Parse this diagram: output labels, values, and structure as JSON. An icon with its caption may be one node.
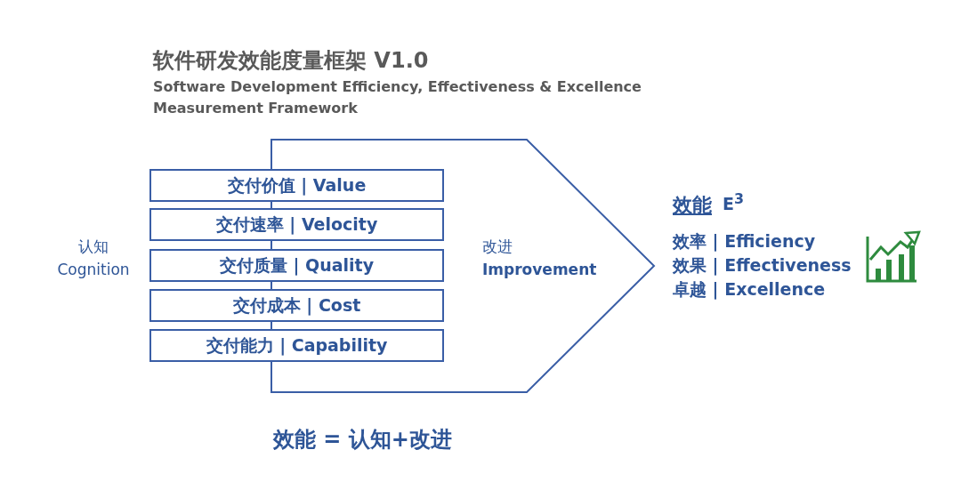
{
  "diagram": {
    "title": "软件研发效能度量框架 V1.0",
    "nodes": [
      {
        "text": [
          "改进",
          "Improvement"
        ]
      },
      {
        "text": [
          "交付价值 | Value"
        ]
      },
      {
        "text": [
          "交付速率 | Velocity"
        ]
      },
      {
        "text": [
          "交付质量 | Quality"
        ]
      },
      {
        "text": [
          "交付成本 | Cost"
        ]
      },
      {
        "text": [
          "交付能力 | Capability"
        ]
      }
    ],
    "edges": [],
    "labels": [
      "Software Development Efficiency, Effectiveness & Excellence Measurement Framework",
      "认知 Cognition",
      "效能",
      "E$^{3}$",
      "效率 | Efficiency",
      "效果 | Effectiveness",
      "卓越 | Excellence",
      "效能 = 认知+改进"
    ]
  }
}
